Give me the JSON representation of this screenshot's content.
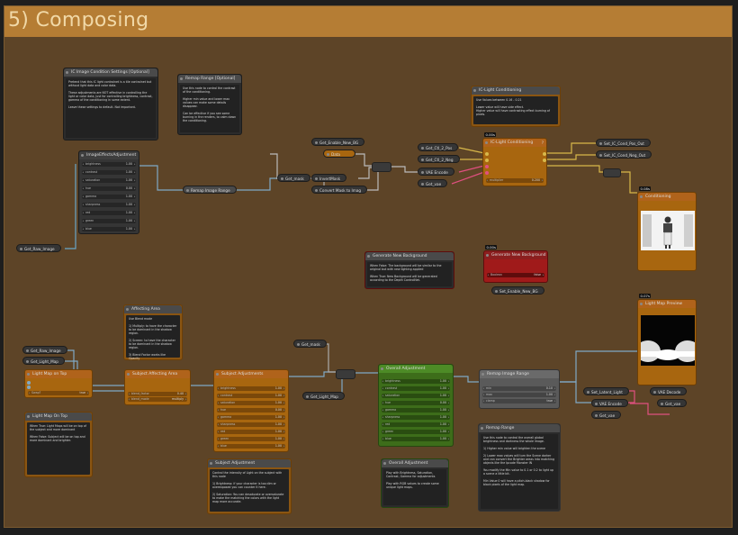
{
  "group": {
    "title": "5) Composing",
    "color": "#b57d34",
    "bg": "#5d4427"
  },
  "notes": {
    "ic_cond": {
      "title": "IC Image Condition Settings [Optional]",
      "text": "Pretend that this IC light controlnet is a tile controlnet but without light data and color data.\n\nThese adjustments are NOT effective in controlling the light or color data, just for controlling brightness, contrast, gamma of the conditioning in some extent.\n\nLeave these settings to default. Not important."
    },
    "remap_opt": {
      "title": "Remap Range [Optional]",
      "text": "Use this node to control the contrast of the conditioning.\n\nHigher min value and lower max values can make some details disappear.\n\nCan be effective if you see some burning in the renders, to calm down the conditioning."
    },
    "ic_light_cond": {
      "title": "IC-Light Conditioning",
      "text": "Use Values between 0.16 - 0.21\n\nLower value will have side effect.\nHigher value will have contrasting effect burning of pixels."
    },
    "gen_bg": {
      "title": "Generate New Background",
      "text": "When False: The background will be similar to the original but with new lighting applied\n\nWhen True: New Background will be generated according to the Depth ControlNet."
    },
    "affecting": {
      "title": "Affecting Area",
      "text": "Use Blend mode\n\n1) Multiply: to have the character to be dominant in the shadow region.\n\n2) Screen: to have the character to be dominant in the shadow region.\n\n3) Blend Factor works like Opacity"
    },
    "light_top": {
      "title": "Light Map On Top",
      "text": "When True: Light Maps will be on top of the subject and more dominant\n\nWhen False: Subject will be on top and more dominant and brighter."
    },
    "subj_adj": {
      "title": "Subject Adjustment",
      "text": "Control the intensity of Light on the subject with this node\n\n1) Brightness: if your character is too dim or overexposed you can counter it here.\n\n2) Saturation: You can desaturate or oversaturate to make the matching the colors with the light map more accurate."
    },
    "overall": {
      "title": "Overall Adjustment",
      "text": "Play with Brightness, Saturation, Contrast, Gamma for adjustments\n\nPlay with RGB values to create some unique light maps."
    },
    "remap_range": {
      "title": "Remap Range",
      "text": "Use this node to control the overall global brightness and darkness the whole image.\n\n1) Higher min value will brighten the scene\n\n2) Lower max values will turn the Scene darker and can convert the Brighter areas into matching objects like the Ipcode Monster IN\n\nYou modify the Min value to 0.1 or 0.2 to light up a scene a little bit.\n\nMin Value 0 will have a pitch-black shadow for black pixels of the light map."
    }
  },
  "nodes": {
    "img_effects": {
      "title": "ImageEffectsAdjustment",
      "rows": [
        [
          "brightness",
          "1.00"
        ],
        [
          "contrast",
          "1.00"
        ],
        [
          "saturation",
          "1.00"
        ],
        [
          "hue",
          "0.00"
        ],
        [
          "gamma",
          "1.00"
        ],
        [
          "sharpness",
          "1.00"
        ],
        [
          "red",
          "1.00"
        ],
        [
          "green",
          "1.00"
        ],
        [
          "blue",
          "1.00"
        ]
      ]
    },
    "ic_light": {
      "title": "IC-Light Conditioning",
      "badge": "0.00s",
      "help": "?",
      "inputs": [
        "positive",
        "negative",
        "vae",
        "foreground"
      ],
      "multiplier_label": "multiplier",
      "multiplier_value": "0.200"
    },
    "conditioning": {
      "title": "Conditioning",
      "badge": "0.08s"
    },
    "gen_bg_node": {
      "title": "Generate New Background",
      "badge": "0.00s",
      "boolean_label": "Boolean",
      "boolean_value": "false"
    },
    "light_top_node": {
      "title": "Light Map on Top",
      "swap_label": "Swap?",
      "swap_value": "true"
    },
    "subj_affect": {
      "title": "Subject Affecting Area",
      "rows": [
        [
          "blend_factor",
          "0.40"
        ],
        [
          "blend_mode",
          "multiply"
        ]
      ]
    },
    "subj_adjust": {
      "title": "Subject Adjustments",
      "rows": [
        [
          "brightness",
          "1.00"
        ],
        [
          "contrast",
          "1.00"
        ],
        [
          "saturation",
          "1.00"
        ],
        [
          "hue",
          "0.00"
        ],
        [
          "gamma",
          "1.00"
        ],
        [
          "sharpness",
          "1.00"
        ],
        [
          "red",
          "1.00"
        ],
        [
          "green",
          "1.00"
        ],
        [
          "blue",
          "1.00"
        ]
      ]
    },
    "overall_adj": {
      "title": "Overall Adjustment",
      "rows": [
        [
          "brightness",
          "1.00"
        ],
        [
          "contrast",
          "1.00"
        ],
        [
          "saturation",
          "1.00"
        ],
        [
          "hue",
          "0.00"
        ],
        [
          "gamma",
          "1.00"
        ],
        [
          "sharpness",
          "1.00"
        ],
        [
          "red",
          "1.00"
        ],
        [
          "green",
          "1.00"
        ],
        [
          "blue",
          "1.00"
        ]
      ]
    },
    "remap_image": {
      "title": "Remap Image Range",
      "rows": [
        [
          "min",
          "0.10"
        ],
        [
          "max",
          "1.00"
        ],
        [
          "clamp",
          "true"
        ]
      ]
    },
    "light_preview": {
      "title": "Light Map Preview",
      "badge": "0.07s"
    }
  },
  "pills": {
    "get_raw_image_top": "Get_Raw_Image",
    "remap_image_range_collapsed": "Remap Image Range",
    "get_enable_new_bg": "Get_Enable_New_BG",
    "data": "Data",
    "get_mask_top": "Get_mask",
    "invert_mask": "InvertMask",
    "convert_mask": "Convert Mask to Imag",
    "get_ctrl_pos": "Get_Ctl_2_Pos",
    "get_ctrl_neg": "Get_Ctl_2_Neg",
    "vae_encode_top": "VAE Encode",
    "get_vae_top": "Get_vae",
    "set_ic_pos": "Set_IC_Cond_Pos_Out",
    "set_ic_neg": "Set_IC_Cond_Neg_Out",
    "set_enable_new_bg": "Set_Enable_New_BG",
    "get_raw_image_bot": "Get_Raw_Image",
    "get_light_map_1": "Get_Light_Map",
    "get_mask_bot": "Get_mask",
    "get_light_map_2": "Get_Light_Map",
    "set_latent_light": "Set_Latent_Light",
    "vae_encode_bot": "VAE Encode",
    "get_vae_bot": "Get_vae",
    "vae_decode": "VAE Decode",
    "get_vae_right": "Get_vae"
  }
}
